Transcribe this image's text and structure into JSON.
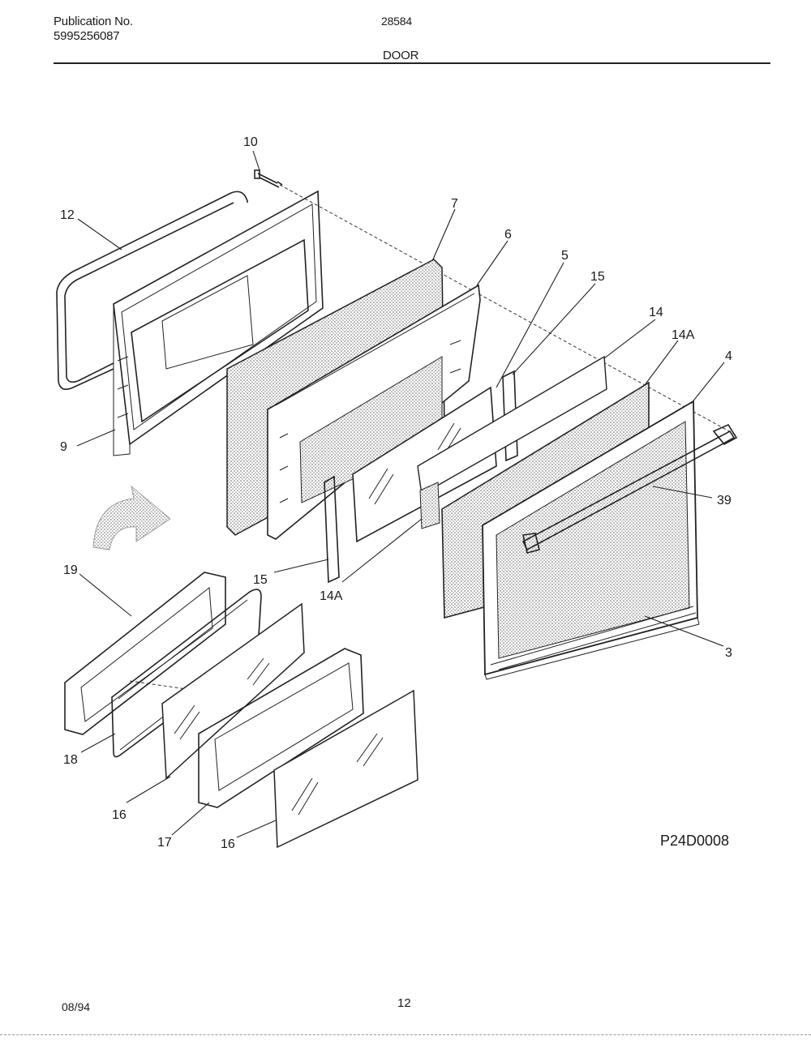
{
  "header": {
    "publication_label": "Publication No.",
    "publication_number": "5995256087",
    "model": "28584",
    "section_title": "DOOR"
  },
  "callouts": {
    "c10": "10",
    "c12": "12",
    "c7": "7",
    "c6": "6",
    "c5": "5",
    "c15a": "15",
    "c14": "14",
    "c14a_top": "14A",
    "c4": "4",
    "c9": "9",
    "c39": "39",
    "c15b": "15",
    "c14a_bottom": "14A",
    "c19": "19",
    "c3": "3",
    "c18": "18",
    "c16a": "16",
    "c17": "17",
    "c16b": "16"
  },
  "drawing_code": "P24D0008",
  "footer": {
    "date": "08/94",
    "page": "12"
  }
}
